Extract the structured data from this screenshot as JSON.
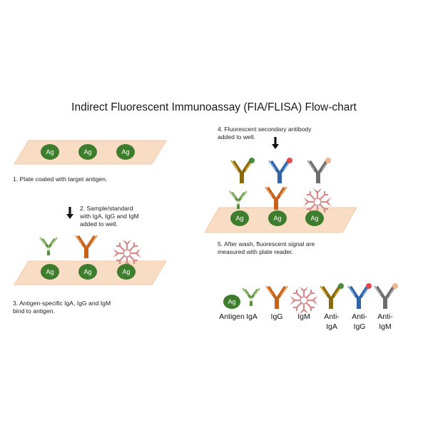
{
  "title": "Indirect Fluorescent Immunoassay (FIA/FLISA) Flow-chart",
  "antigen_label": "Ag",
  "steps": {
    "step1": [
      "1.    Plate coated with target antigen."
    ],
    "step2": [
      "2.    Sample/standard",
      "with IgA, IgG and IgM",
      "added to well."
    ],
    "step3": [
      "3.   Antigen-specific IgA, IgG and IgM",
      "bind to antigen."
    ],
    "step4": [
      "4.    Fluorescent secondary antibody",
      "added to well."
    ],
    "step5": [
      "5.    After wash, fluorescent signal are",
      "measured with plate reader."
    ]
  },
  "legend": {
    "antigen": [
      "Antigen"
    ],
    "iga": [
      "IgA"
    ],
    "igg": [
      "IgG"
    ],
    "igm": [
      "IgM"
    ],
    "anti_iga": [
      "Anti-",
      "IgA"
    ],
    "anti_igg": [
      "Anti-",
      "IgG"
    ],
    "anti_igm": [
      "Anti-",
      "IgM"
    ]
  },
  "colors": {
    "plate": "#f9dcc4",
    "antigen": "#3e7d2e",
    "iga": "#5a8f3c",
    "igg": "#c8611c",
    "igm": "#d38a8a",
    "anti_iga": "#8a6a10",
    "anti_igg": "#2f64a8",
    "anti_igm": "#6e6e6e",
    "arrow": "#111111"
  }
}
